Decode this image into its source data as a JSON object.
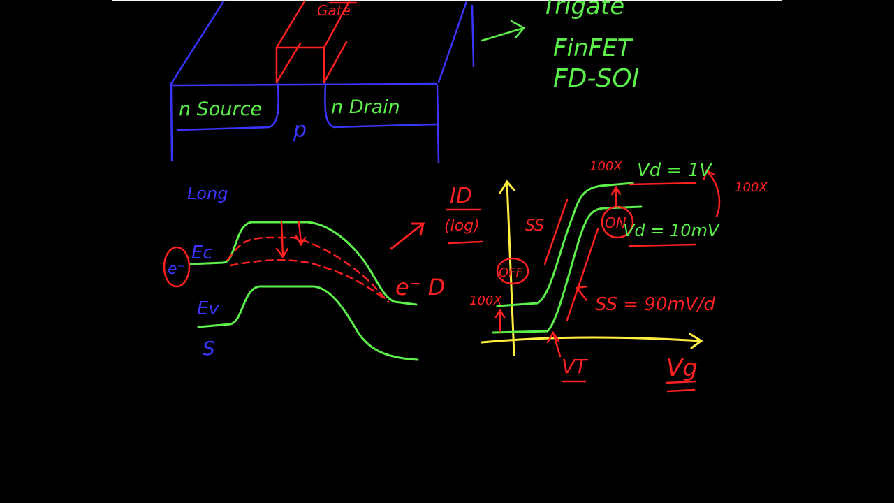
{
  "device": {
    "gate_label": "Gate",
    "source_label": "n Source",
    "drain_label": "n Drain",
    "body_label": "p"
  },
  "notes": {
    "line1": "Trigate",
    "line2": "FinFET",
    "line3": "FD-SOI"
  },
  "band": {
    "long_label": "Long",
    "ec_label": "Ec",
    "ev_label": "Ev",
    "electron_label": "e⁻",
    "s_label": "S",
    "electron_d_label": "e⁻ D"
  },
  "iv_plot": {
    "y_label": "ID",
    "y_sublabel": "(log)",
    "x_label": "Vg",
    "ss_label": "SS",
    "ss_value": "SS = 90mV/d",
    "vt_label": "VT",
    "off_label": "OFF",
    "on_label": "ON",
    "vd_high": "Vd = 1V",
    "vd_low": "Vd = 10mV",
    "factor_top": "100X",
    "factor_right": "100X",
    "factor_left": "100X"
  },
  "colors": {
    "blue": "#3a35ff",
    "red": "#ff2020",
    "green": "#5cf04a",
    "yellow": "#ffee40"
  }
}
